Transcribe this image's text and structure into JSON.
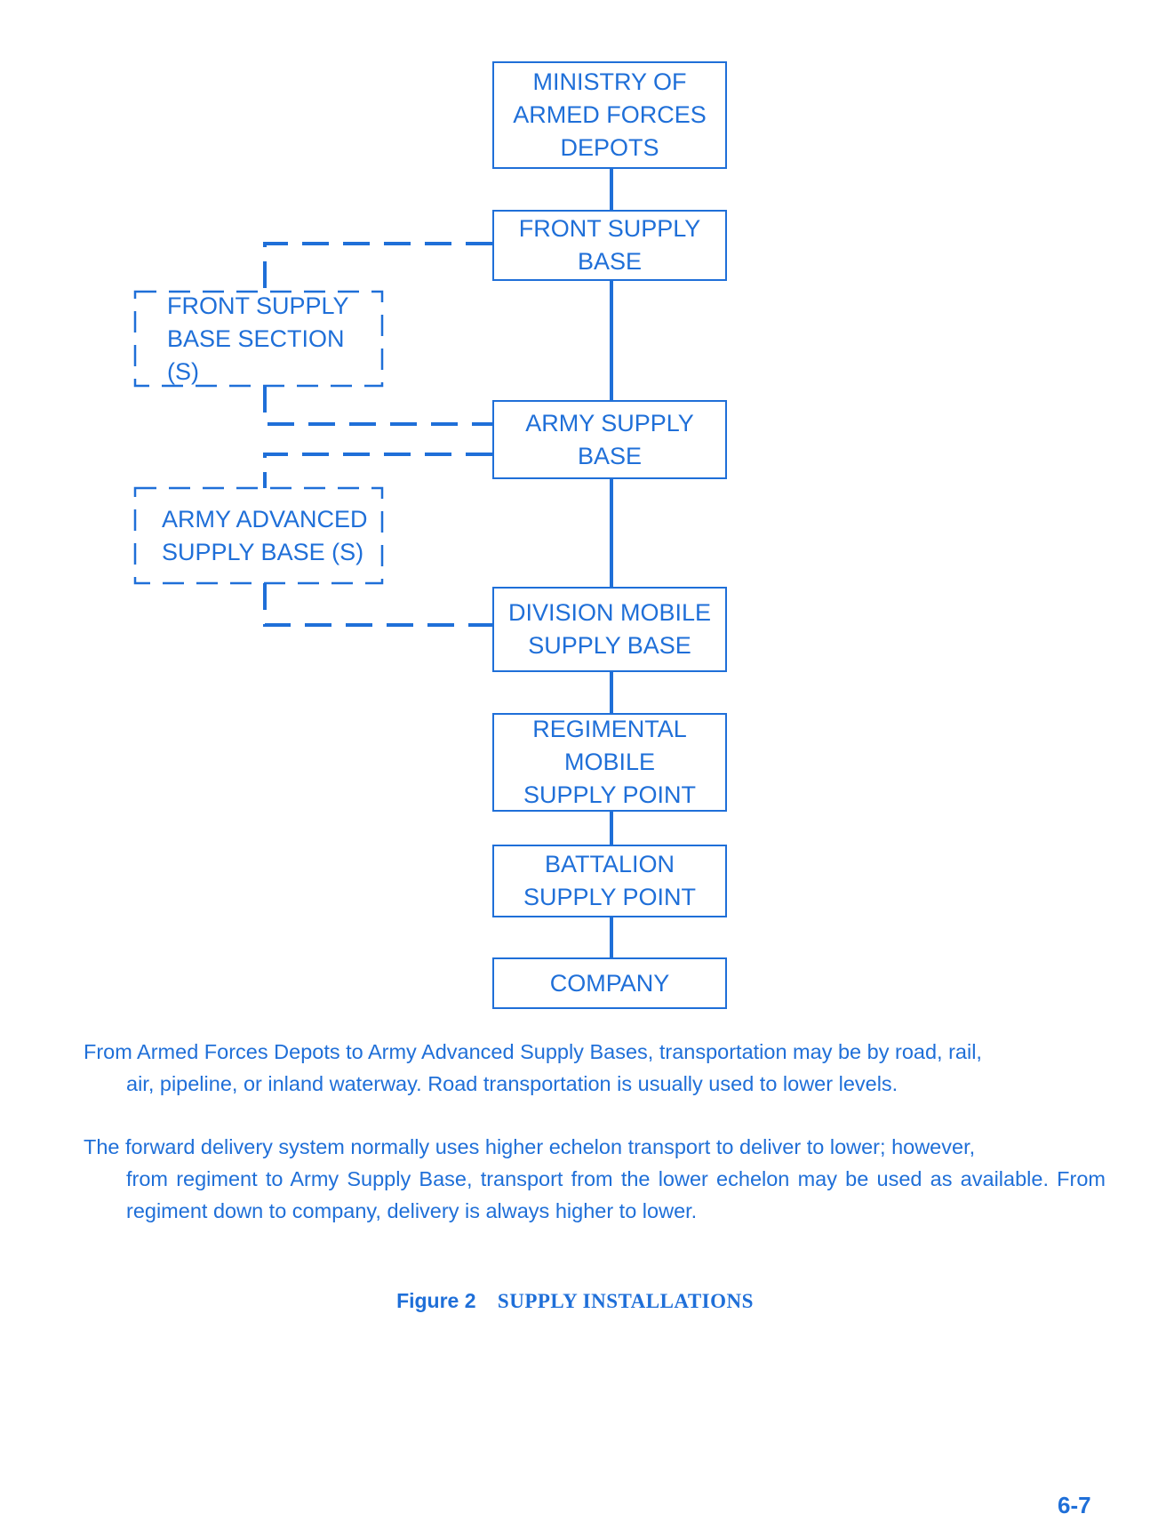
{
  "diagram": {
    "main_boxes": [
      {
        "id": "ministry",
        "label": "MINISTRY OF\nARMED FORCES\nDEPOTS"
      },
      {
        "id": "front-supply-base",
        "label": "FRONT SUPPLY\nBASE"
      },
      {
        "id": "army-supply-base",
        "label": "ARMY SUPPLY\nBASE"
      },
      {
        "id": "division-mobile-supply-base",
        "label": "DIVISION MOBILE\nSUPPLY BASE"
      },
      {
        "id": "regimental-mobile-supply-point",
        "label": "REGIMENTAL\nMOBILE\nSUPPLY POINT"
      },
      {
        "id": "battalion-supply-point",
        "label": "BATTALION\nSUPPLY POINT"
      },
      {
        "id": "company",
        "label": "COMPANY"
      }
    ],
    "optional_boxes": [
      {
        "id": "front-supply-base-sections",
        "label": "FRONT SUPPLY\nBASE SECTION (S)"
      },
      {
        "id": "army-advanced-supply-bases",
        "label": "ARMY ADVANCED\nSUPPLY BASE (S)"
      }
    ],
    "colors": {
      "ink": "#1f6fd8"
    }
  },
  "paragraphs": {
    "p1_first": "From Armed Forces Depots to Army Advanced Supply Bases, transportation may be by road, rail,",
    "p1_rest": "air, pipeline, or inland waterway. Road transportation is usually used to lower levels.",
    "p2_first": "The forward delivery system normally uses higher echelon transport to deliver to lower; however,",
    "p2_rest": "from regiment to Army Supply Base, transport from the lower echelon may be used as available. From regiment down to company, delivery is always higher to lower."
  },
  "caption": {
    "figure_label": "Figure 2",
    "title": "SUPPLY INSTALLATIONS"
  },
  "page_number": "6-7"
}
